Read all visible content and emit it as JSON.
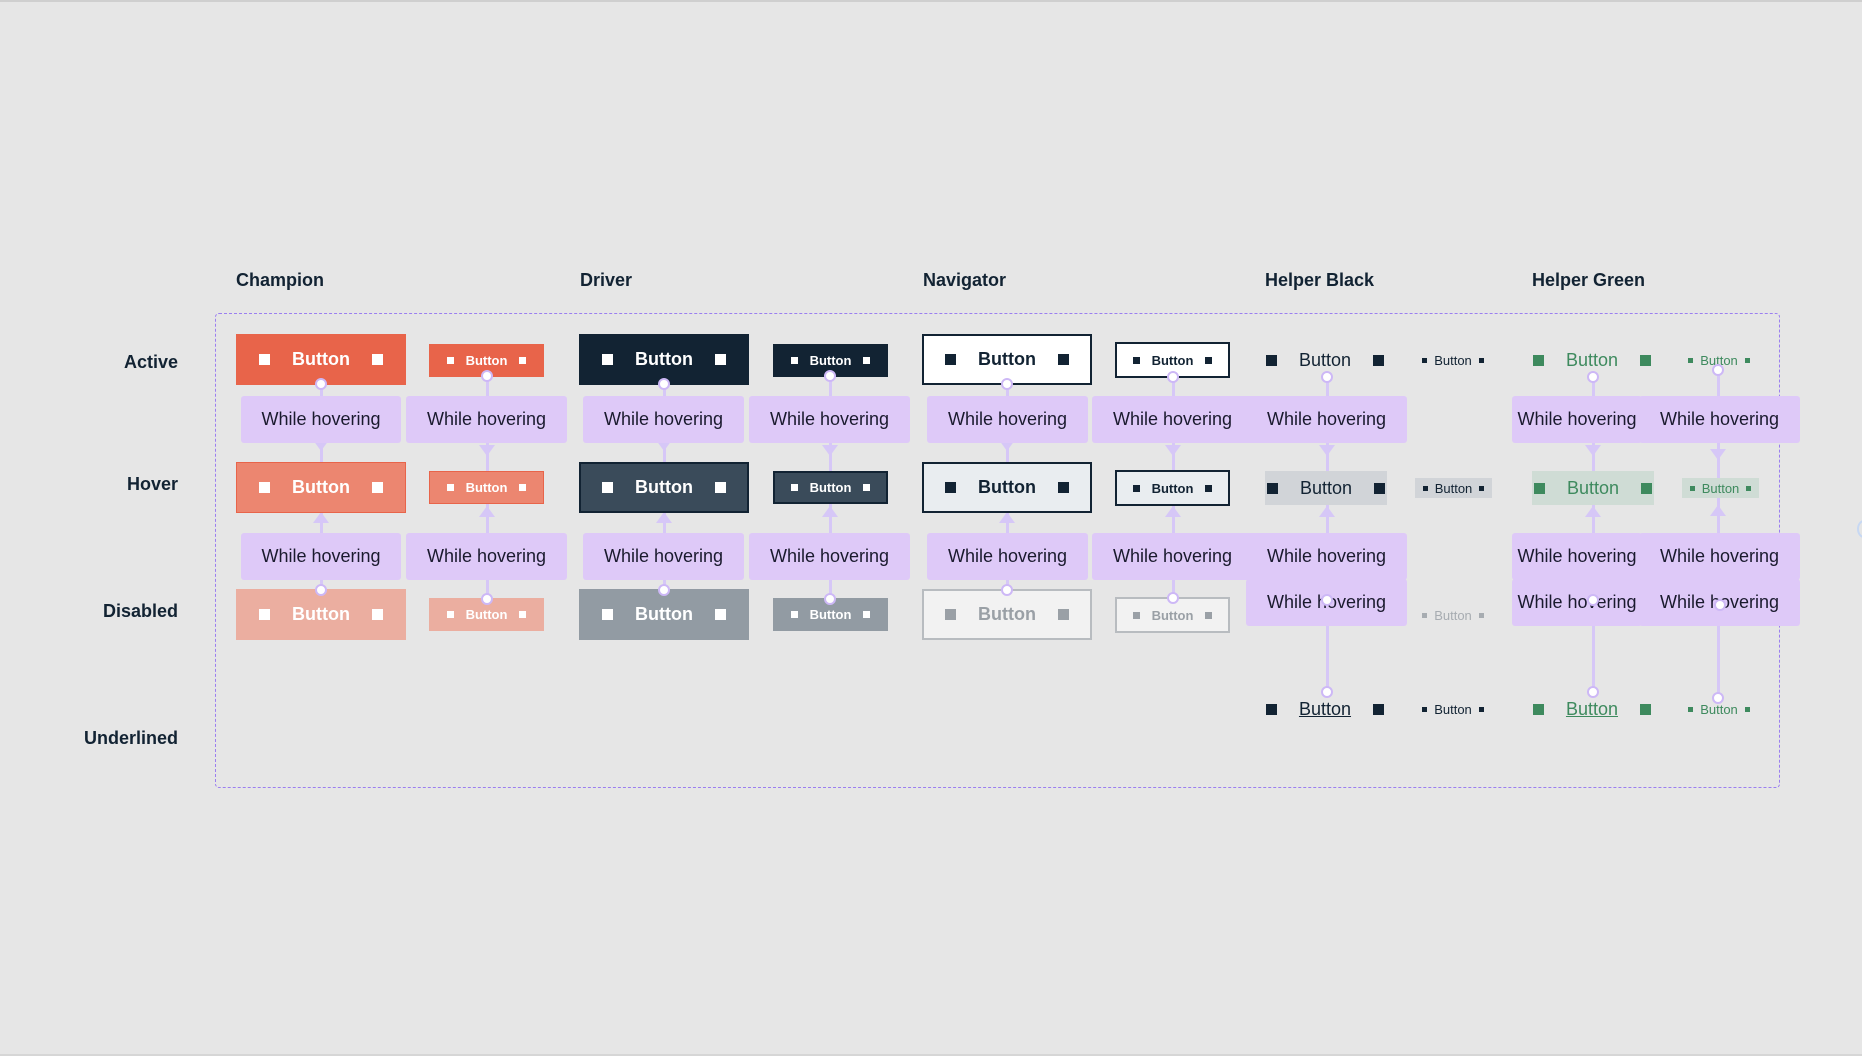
{
  "columns": [
    "Champion",
    "Driver",
    "Navigator",
    "Helper Black",
    "Helper Green"
  ],
  "rows": [
    "Active",
    "Hover",
    "Disabled",
    "Underlined"
  ],
  "button_label": "Button",
  "hover_note": "While hovering",
  "colors": {
    "champion": "#e8644a",
    "driver": "#122333",
    "navigator_border": "#122333",
    "helper_green": "#3e8a5e",
    "hover_note_bg": "#dec9f8",
    "frame_dash": "#9b7ff0"
  },
  "icons": [
    "leading-square-icon",
    "trailing-square-icon"
  ]
}
